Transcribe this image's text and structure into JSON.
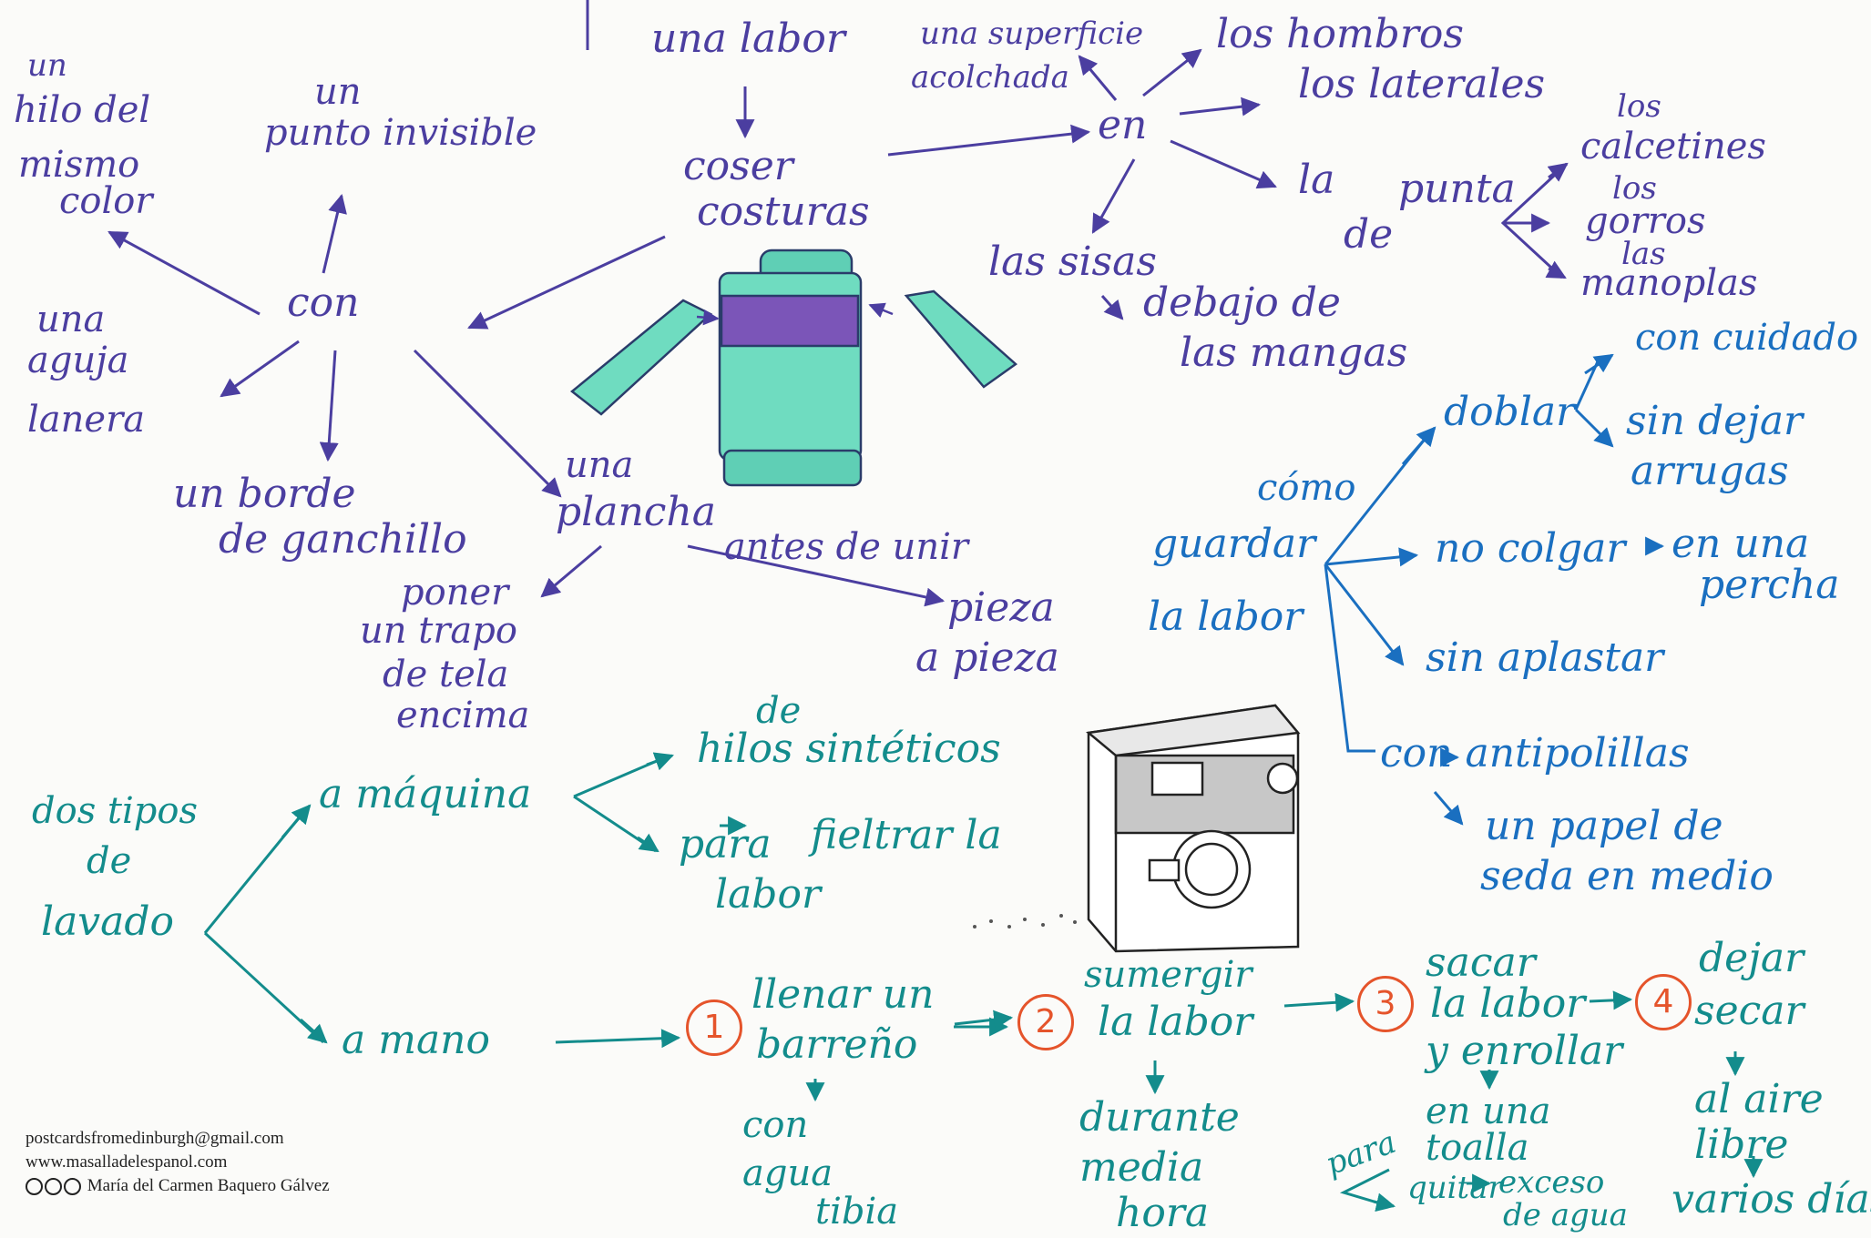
{
  "sewing": {
    "una_labor": "una labor",
    "coser": "coser",
    "costuras": "costuras",
    "en": "en",
    "superficie": "una superficie",
    "acolchada": "acolchada",
    "hombros": "los hombros",
    "laterales": "los laterales",
    "la": "la",
    "punta": "punta",
    "de": "de",
    "calcetines": [
      "los",
      "calcetines"
    ],
    "gorros": [
      "los",
      "gorros"
    ],
    "manoplas": [
      "las",
      "manoplas"
    ],
    "sisas": "las sisas",
    "debajo": [
      "debajo de",
      "las mangas"
    ],
    "con": "con",
    "hilo": [
      "un",
      "hilo del",
      "mismo",
      "color"
    ],
    "punto": [
      "un",
      "punto invisible"
    ],
    "aguja": [
      "una",
      "aguja",
      "lanera"
    ],
    "borde": [
      "un borde",
      "de ganchillo"
    ],
    "plancha": [
      "una",
      "plancha"
    ],
    "trapo": [
      "poner",
      "un trapo",
      "de tela",
      "encima"
    ],
    "antes": "antes de unir",
    "pieza": [
      "pieza",
      "a pieza"
    ]
  },
  "store": {
    "como": "cómo",
    "guardar": [
      "guardar",
      "la labor"
    ],
    "doblar": "doblar",
    "cuidado": "con cuidado",
    "arrugas": [
      "sin dejar",
      "arrugas"
    ],
    "colgar": "no colgar",
    "percha": [
      "en una",
      "percha"
    ],
    "aplastar": "sin aplastar",
    "antipolillas": "con antipolillas",
    "papel": [
      "un papel de",
      "seda en medio"
    ]
  },
  "wash": {
    "tipos": [
      "dos tipos",
      "de",
      "lavado"
    ],
    "maquina": "a máquina",
    "sinteticos": [
      "de",
      "hilos sintéticos"
    ],
    "fieltrar": [
      "para",
      "fieltrar la",
      "labor"
    ],
    "mano": "a mano",
    "steps": [
      "1",
      "2",
      "3",
      "4"
    ],
    "llenar": [
      "llenar un",
      "barreño"
    ],
    "agua": [
      "con",
      "agua",
      "tibia"
    ],
    "sumergir": [
      "sumergir",
      "la labor"
    ],
    "durante": [
      "durante",
      "media",
      "hora"
    ],
    "sacar": [
      "sacar",
      "la labor",
      "y enrollar"
    ],
    "toalla": [
      "en una",
      "toalla"
    ],
    "para": "para",
    "quitar": [
      "quitar",
      "exceso",
      "de agua"
    ],
    "dejar": [
      "dejar",
      "secar"
    ],
    "aire": [
      "al aire",
      "libre"
    ],
    "dias": "varios días"
  },
  "credits": {
    "email": "postcardsfromedinburgh@gmail.com",
    "web": "www.masalladelespanol.com",
    "author": "María del Carmen Baquero Gálvez"
  },
  "colors": {
    "sewing": "#4b3ea0",
    "storing": "#1a6fc0",
    "washing": "#138c8c",
    "steps": "#e5542b"
  }
}
